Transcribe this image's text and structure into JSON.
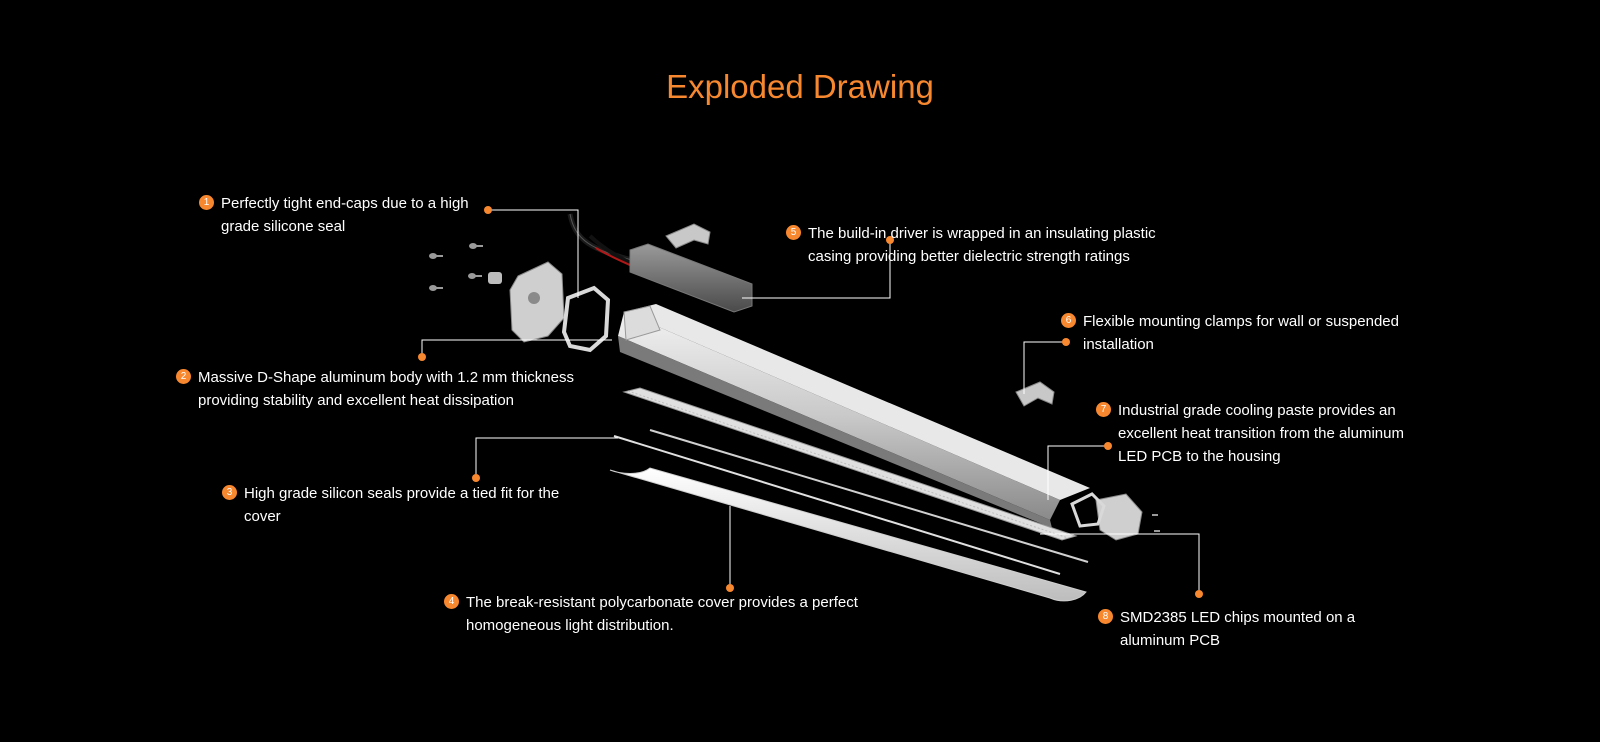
{
  "title": "Exploded Drawing",
  "accent_color": "#f7882f",
  "callouts": [
    {
      "num": "1",
      "lines": [
        "Perfectly tight end-caps due to a high",
        "grade silicone seal"
      ]
    },
    {
      "num": "2",
      "lines": [
        "Massive D-Shape aluminum body with 1.2 mm thickness",
        "providing stability and excellent heat dissipation"
      ]
    },
    {
      "num": "3",
      "lines": [
        "High grade silicon seals provide a tied fit for the",
        "cover"
      ]
    },
    {
      "num": "4",
      "lines": [
        "The break-resistant polycarbonate cover provides a perfect",
        "homogeneous light distribution."
      ]
    },
    {
      "num": "5",
      "lines": [
        "The build-in driver is wrapped in an insulating plastic",
        "casing providing better dielectric strength ratings"
      ]
    },
    {
      "num": "6",
      "lines": [
        "Flexible mounting clamps for wall or suspended",
        "installation"
      ]
    },
    {
      "num": "7",
      "lines": [
        "Industrial grade cooling paste provides an",
        "excellent heat transition from the aluminum",
        "LED PCB to the housing"
      ]
    },
    {
      "num": "8",
      "lines": [
        "SMD2385 LED chips mounted on a",
        "aluminum PCB"
      ]
    }
  ]
}
